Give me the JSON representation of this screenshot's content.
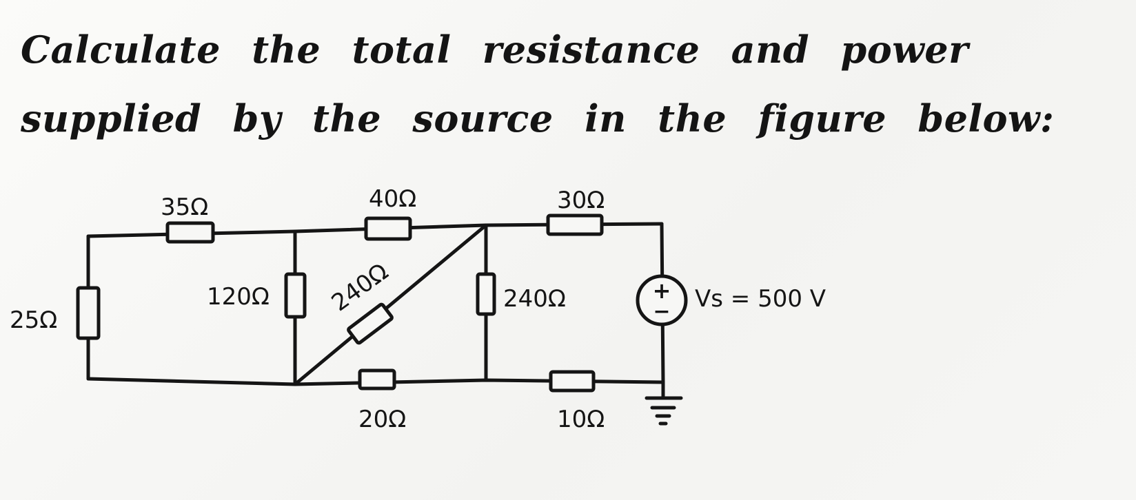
{
  "problem": {
    "line1": "Calculate the total resistance and power",
    "line2": "supplied by the source in the figure below:"
  },
  "circuit": {
    "resistors": {
      "r_top_left": "35Ω",
      "r_top_mid": "40Ω",
      "r_top_right": "30Ω",
      "r_left": "25Ω",
      "r_vertical_mid": "120Ω",
      "r_diagonal": "240Ω",
      "r_vertical_right": "240Ω",
      "r_bottom_mid": "20Ω",
      "r_bottom_right": "10Ω"
    },
    "source": {
      "plus": "+",
      "minus": "−",
      "label": "Vs = 500 V"
    }
  }
}
